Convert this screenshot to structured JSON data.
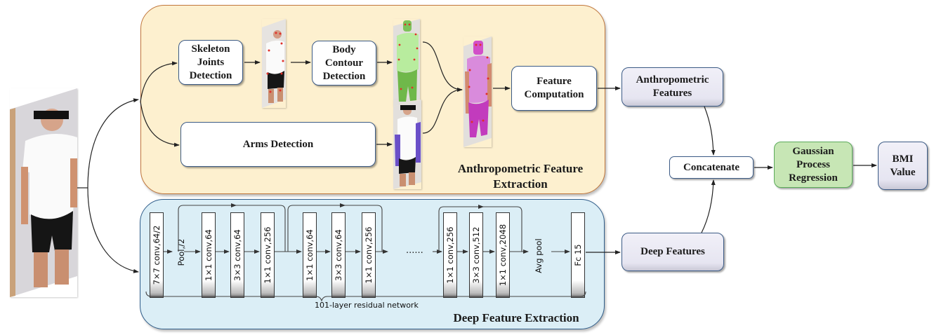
{
  "panels": {
    "anthropometric": {
      "title_line1": "Anthropometric Feature",
      "title_line2": "Extraction",
      "fill": "#fdf0cf",
      "border": "#c0763b"
    },
    "deep": {
      "title": "Deep Feature Extraction",
      "fill": "#dbeef6",
      "border": "#2f5d8a"
    }
  },
  "anthro_steps": {
    "skeleton": "Skeleton Joints Detection",
    "body_contour": "Body Contour Detection",
    "arms": "Arms Detection",
    "feature_computation": "Feature Computation"
  },
  "images": {
    "input": "input-person-photo",
    "skeleton_output": "skeleton-joints-photo",
    "body_contour_output": "body-contour-photo",
    "arms_output": "arms-mask-photo",
    "combined_output": "combined-segmentation-photo"
  },
  "resnet": {
    "layers": [
      "7×7 conv,64/2",
      "1×1 conv,64",
      "3×3 conv,64",
      "1×1 conv,256",
      "1×1 conv,64",
      "3×3 conv,64",
      "1×1 conv,256",
      "1×1 conv,256",
      "3×3 conv,512",
      "1×1 conv,2048",
      "Fc 15"
    ],
    "pool_label": "Pool,/2",
    "avgpool_label": "Avg pool",
    "ellipsis": "......",
    "caption": "101-layer residual network"
  },
  "outputs": {
    "anthropometric_features": "Anthropometric Features",
    "deep_features": "Deep Features",
    "concatenate": "Concatenate",
    "gpr": "Gaussian Process Regression",
    "bmi": "BMI Value"
  },
  "colors": {
    "gpr_fill": "#c7e6b5",
    "feature_box_fill": "#ebeaf4",
    "body_contour_overlay": "#8fd66a",
    "arms_overlay": "#6a4fc8",
    "combined_overlay": "#d24fc8",
    "joint_marker": "#e0302a"
  }
}
